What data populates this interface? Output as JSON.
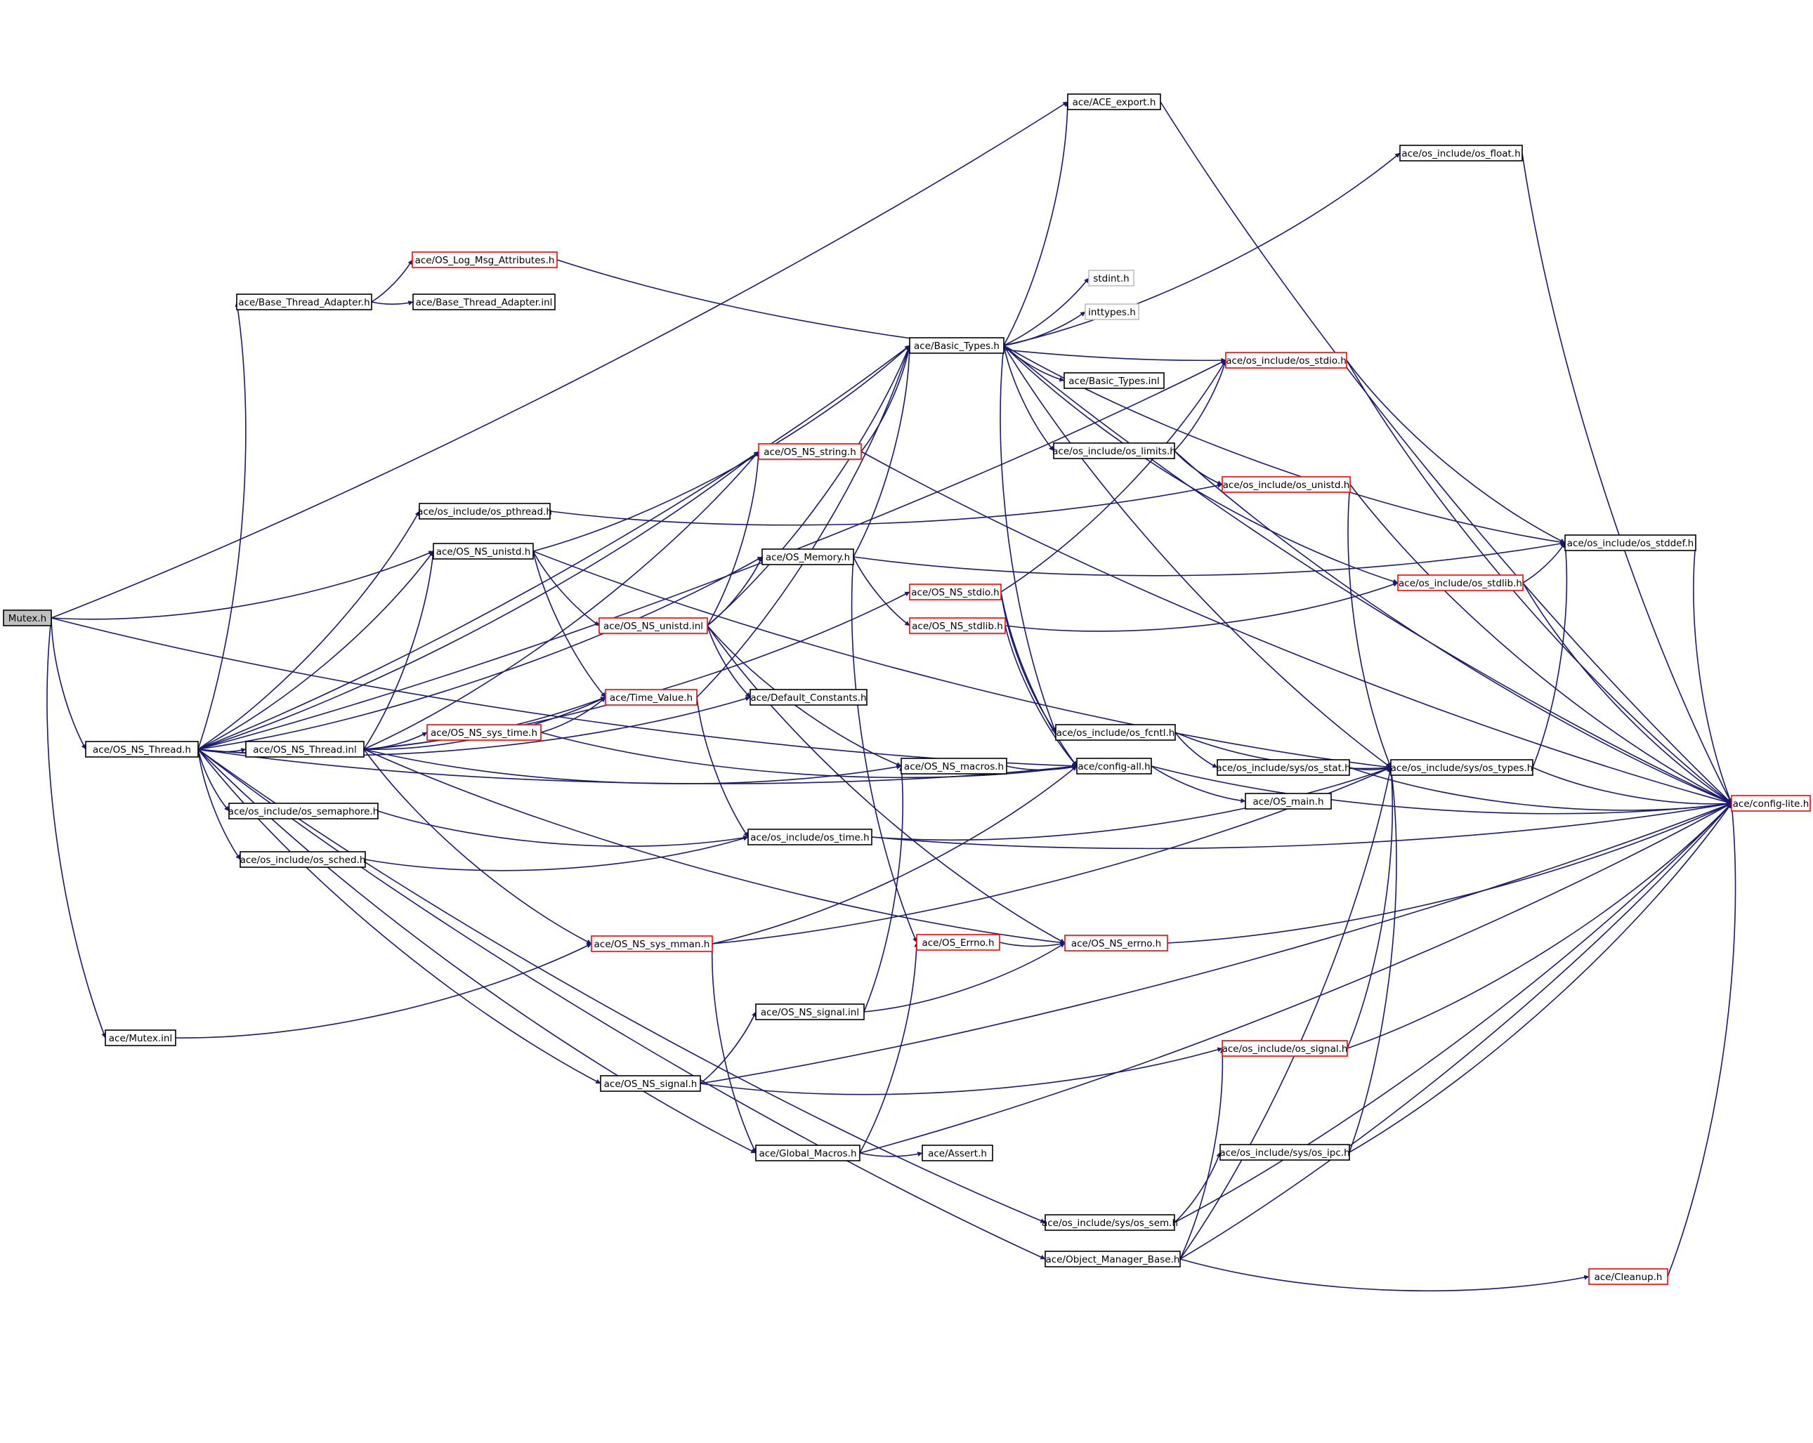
{
  "colors": {
    "edge": "#191970",
    "border_default": "#000000",
    "border_truncated": "#ff0000",
    "border_external": "#bfbfbf",
    "root_fill": "#bfbfbf",
    "node_fill": "#ffffff"
  },
  "nodes": [
    {
      "id": "mutex_h",
      "label": "Mutex.h",
      "kind": "root"
    },
    {
      "id": "mutex_inl",
      "label": "ace/Mutex.inl",
      "kind": "normal"
    },
    {
      "id": "os_ns_thread_h",
      "label": "ace/OS_NS_Thread.h",
      "kind": "normal"
    },
    {
      "id": "os_ns_thread_inl",
      "label": "ace/OS_NS_Thread.inl",
      "kind": "normal"
    },
    {
      "id": "base_thread_adapter_h",
      "label": "ace/Base_Thread_Adapter.h",
      "kind": "normal"
    },
    {
      "id": "base_thread_adapter_inl",
      "label": "ace/Base_Thread_Adapter.inl",
      "kind": "normal"
    },
    {
      "id": "os_log_msg_attributes_h",
      "label": "ace/OS_Log_Msg_Attributes.h",
      "kind": "truncated"
    },
    {
      "id": "ace_export_h",
      "label": "ace/ACE_export.h",
      "kind": "normal"
    },
    {
      "id": "os_float_h",
      "label": "ace/os_include/os_float.h",
      "kind": "normal"
    },
    {
      "id": "stdint_h",
      "label": "stdint.h",
      "kind": "external"
    },
    {
      "id": "inttypes_h",
      "label": "inttypes.h",
      "kind": "external"
    },
    {
      "id": "basic_types_h",
      "label": "ace/Basic_Types.h",
      "kind": "normal"
    },
    {
      "id": "basic_types_inl",
      "label": "ace/Basic_Types.inl",
      "kind": "normal"
    },
    {
      "id": "os_stdio_h",
      "label": "ace/os_include/os_stdio.h",
      "kind": "truncated"
    },
    {
      "id": "os_ns_string_h",
      "label": "ace/OS_NS_string.h",
      "kind": "truncated"
    },
    {
      "id": "os_limits_h",
      "label": "ace/os_include/os_limits.h",
      "kind": "normal"
    },
    {
      "id": "os_unistd_h",
      "label": "ace/os_include/os_unistd.h",
      "kind": "truncated"
    },
    {
      "id": "os_pthread_h",
      "label": "ace/os_include/os_pthread.h",
      "kind": "normal"
    },
    {
      "id": "os_ns_unistd_h",
      "label": "ace/OS_NS_unistd.h",
      "kind": "normal"
    },
    {
      "id": "os_memory_h",
      "label": "ace/OS_Memory.h",
      "kind": "normal"
    },
    {
      "id": "os_stddef_h",
      "label": "ace/os_include/os_stddef.h",
      "kind": "normal"
    },
    {
      "id": "os_stdlib_h",
      "label": "ace/os_include/os_stdlib.h",
      "kind": "truncated"
    },
    {
      "id": "os_ns_stdio_h",
      "label": "ace/OS_NS_stdio.h",
      "kind": "truncated"
    },
    {
      "id": "os_ns_unistd_inl",
      "label": "ace/OS_NS_unistd.inl",
      "kind": "truncated"
    },
    {
      "id": "os_ns_stdlib_h",
      "label": "ace/OS_NS_stdlib.h",
      "kind": "truncated"
    },
    {
      "id": "time_value_h",
      "label": "ace/Time_Value.h",
      "kind": "truncated"
    },
    {
      "id": "default_constants_h",
      "label": "ace/Default_Constants.h",
      "kind": "normal"
    },
    {
      "id": "os_ns_sys_time_h",
      "label": "ace/OS_NS_sys_time.h",
      "kind": "truncated"
    },
    {
      "id": "os_fcntl_h",
      "label": "ace/os_include/os_fcntl.h",
      "kind": "normal"
    },
    {
      "id": "os_ns_macros_h",
      "label": "ace/OS_NS_macros.h",
      "kind": "normal"
    },
    {
      "id": "config_all_h",
      "label": "ace/config-all.h",
      "kind": "normal"
    },
    {
      "id": "os_stat_h",
      "label": "ace/os_include/sys/os_stat.h",
      "kind": "normal"
    },
    {
      "id": "os_types_h",
      "label": "ace/os_include/sys/os_types.h",
      "kind": "normal"
    },
    {
      "id": "os_main_h",
      "label": "ace/OS_main.h",
      "kind": "normal"
    },
    {
      "id": "config_lite_h",
      "label": "ace/config-lite.h",
      "kind": "truncated"
    },
    {
      "id": "os_semaphore_h",
      "label": "ace/os_include/os_semaphore.h",
      "kind": "normal"
    },
    {
      "id": "os_time_h",
      "label": "ace/os_include/os_time.h",
      "kind": "normal"
    },
    {
      "id": "os_sched_h",
      "label": "ace/os_include/os_sched.h",
      "kind": "normal"
    },
    {
      "id": "os_errno_h",
      "label": "ace/OS_Errno.h",
      "kind": "truncated"
    },
    {
      "id": "os_ns_errno_h",
      "label": "ace/OS_NS_errno.h",
      "kind": "truncated"
    },
    {
      "id": "os_ns_sys_mman_h",
      "label": "ace/OS_NS_sys_mman.h",
      "kind": "truncated"
    },
    {
      "id": "os_ns_signal_inl",
      "label": "ace/OS_NS_signal.inl",
      "kind": "normal"
    },
    {
      "id": "os_signal_h",
      "label": "ace/os_include/os_signal.h",
      "kind": "truncated"
    },
    {
      "id": "os_ns_signal_h",
      "label": "ace/OS_NS_signal.h",
      "kind": "normal"
    },
    {
      "id": "global_macros_h",
      "label": "ace/Global_Macros.h",
      "kind": "normal"
    },
    {
      "id": "assert_h",
      "label": "ace/Assert.h",
      "kind": "normal"
    },
    {
      "id": "os_ipc_h",
      "label": "ace/os_include/sys/os_ipc.h",
      "kind": "normal"
    },
    {
      "id": "os_sem_h",
      "label": "ace/os_include/sys/os_sem.h",
      "kind": "normal"
    },
    {
      "id": "object_manager_base_h",
      "label": "ace/Object_Manager_Base.h",
      "kind": "normal"
    },
    {
      "id": "cleanup_h",
      "label": "ace/Cleanup.h",
      "kind": "truncated"
    }
  ],
  "edges": [
    [
      "mutex_h",
      "ace_export_h"
    ],
    [
      "mutex_h",
      "os_ns_thread_h"
    ],
    [
      "mutex_h",
      "mutex_inl"
    ],
    [
      "mutex_h",
      "os_ns_unistd_h"
    ],
    [
      "mutex_h",
      "config_all_h"
    ],
    [
      "mutex_inl",
      "os_ns_sys_mman_h"
    ],
    [
      "os_ns_thread_h",
      "os_ns_thread_inl"
    ],
    [
      "os_ns_thread_h",
      "base_thread_adapter_h"
    ],
    [
      "os_ns_thread_h",
      "basic_types_h"
    ],
    [
      "os_ns_thread_h",
      "os_pthread_h"
    ],
    [
      "os_ns_thread_h",
      "os_ns_unistd_h"
    ],
    [
      "os_ns_thread_h",
      "os_memory_h"
    ],
    [
      "os_ns_thread_h",
      "time_value_h"
    ],
    [
      "os_ns_thread_h",
      "default_constants_h"
    ],
    [
      "os_ns_thread_h",
      "os_semaphore_h"
    ],
    [
      "os_ns_thread_h",
      "os_sched_h"
    ],
    [
      "os_ns_thread_h",
      "os_ns_signal_h"
    ],
    [
      "os_ns_thread_h",
      "global_macros_h"
    ],
    [
      "os_ns_thread_h",
      "os_sem_h"
    ],
    [
      "os_ns_thread_h",
      "object_manager_base_h"
    ],
    [
      "os_ns_thread_h",
      "os_ns_string_h"
    ],
    [
      "os_ns_thread_h",
      "config_all_h"
    ],
    [
      "os_ns_thread_h",
      "os_stdio_h"
    ],
    [
      "os_ns_thread_inl",
      "os_ns_sys_time_h"
    ],
    [
      "os_ns_thread_inl",
      "time_value_h"
    ],
    [
      "os_ns_thread_inl",
      "os_ns_unistd_h"
    ],
    [
      "os_ns_thread_inl",
      "os_ns_string_h"
    ],
    [
      "os_ns_thread_inl",
      "os_ns_macros_h"
    ],
    [
      "os_ns_thread_inl",
      "os_ns_sys_mman_h"
    ],
    [
      "os_ns_thread_inl",
      "os_ns_stdio_h"
    ],
    [
      "os_ns_thread_inl",
      "os_ns_errno_h"
    ],
    [
      "base_thread_adapter_h",
      "os_log_msg_attributes_h"
    ],
    [
      "base_thread_adapter_h",
      "base_thread_adapter_inl"
    ],
    [
      "os_log_msg_attributes_h",
      "os_stdio_h"
    ],
    [
      "ace_export_h",
      "config_lite_h"
    ],
    [
      "os_float_h",
      "config_lite_h"
    ],
    [
      "basic_types_h",
      "ace_export_h"
    ],
    [
      "basic_types_h",
      "os_float_h"
    ],
    [
      "basic_types_h",
      "stdint_h"
    ],
    [
      "basic_types_h",
      "inttypes_h"
    ],
    [
      "basic_types_h",
      "basic_types_inl"
    ],
    [
      "basic_types_h",
      "os_limits_h"
    ],
    [
      "basic_types_h",
      "os_stdlib_h"
    ],
    [
      "basic_types_h",
      "os_types_h"
    ],
    [
      "basic_types_h",
      "config_lite_h"
    ],
    [
      "basic_types_h",
      "os_stddef_h"
    ],
    [
      "basic_types_h",
      "os_fcntl_h"
    ],
    [
      "os_stdio_h",
      "config_lite_h"
    ],
    [
      "os_stdio_h",
      "os_stddef_h"
    ],
    [
      "os_ns_string_h",
      "basic_types_h"
    ],
    [
      "os_ns_string_h",
      "config_lite_h"
    ],
    [
      "os_limits_h",
      "os_unistd_h"
    ],
    [
      "os_limits_h",
      "os_stdio_h"
    ],
    [
      "os_limits_h",
      "config_lite_h"
    ],
    [
      "os_unistd_h",
      "os_types_h"
    ],
    [
      "os_unistd_h",
      "config_lite_h"
    ],
    [
      "os_pthread_h",
      "os_unistd_h"
    ],
    [
      "os_ns_unistd_h",
      "os_ns_unistd_inl"
    ],
    [
      "os_ns_unistd_h",
      "time_value_h"
    ],
    [
      "os_ns_unistd_h",
      "basic_types_h"
    ],
    [
      "os_ns_unistd_h",
      "os_types_h"
    ],
    [
      "os_memory_h",
      "os_stddef_h"
    ],
    [
      "os_memory_h",
      "os_ns_stdlib_h"
    ],
    [
      "os_memory_h",
      "os_errno_h"
    ],
    [
      "os_memory_h",
      "basic_types_h"
    ],
    [
      "os_stddef_h",
      "config_lite_h"
    ],
    [
      "os_stdlib_h",
      "os_stddef_h"
    ],
    [
      "os_stdlib_h",
      "config_lite_h"
    ],
    [
      "os_ns_stdio_h",
      "os_fcntl_h"
    ],
    [
      "os_ns_stdio_h",
      "os_stdio_h"
    ],
    [
      "os_ns_stdio_h",
      "config_all_h"
    ],
    [
      "os_ns_unistd_inl",
      "os_ns_string_h"
    ],
    [
      "os_ns_unistd_inl",
      "default_constants_h"
    ],
    [
      "os_ns_unistd_inl",
      "os_memory_h"
    ],
    [
      "os_ns_unistd_inl",
      "os_ns_macros_h"
    ],
    [
      "os_ns_unistd_inl",
      "os_ns_errno_h"
    ],
    [
      "os_ns_unistd_inl",
      "basic_types_h"
    ],
    [
      "os_ns_stdlib_h",
      "os_stdlib_h"
    ],
    [
      "os_ns_stdlib_h",
      "config_all_h"
    ],
    [
      "time_value_h",
      "basic_types_h"
    ],
    [
      "time_value_h",
      "os_time_h"
    ],
    [
      "os_ns_sys_time_h",
      "time_value_h"
    ],
    [
      "os_ns_sys_time_h",
      "config_all_h"
    ],
    [
      "os_fcntl_h",
      "os_stat_h"
    ],
    [
      "os_fcntl_h",
      "os_types_h"
    ],
    [
      "os_ns_macros_h",
      "config_all_h"
    ],
    [
      "config_all_h",
      "os_main_h"
    ],
    [
      "config_all_h",
      "config_lite_h"
    ],
    [
      "os_stat_h",
      "os_types_h"
    ],
    [
      "os_stat_h",
      "config_lite_h"
    ],
    [
      "os_types_h",
      "config_lite_h"
    ],
    [
      "os_types_h",
      "os_stddef_h"
    ],
    [
      "os_semaphore_h",
      "os_time_h"
    ],
    [
      "os_sched_h",
      "os_time_h"
    ],
    [
      "os_time_h",
      "os_types_h"
    ],
    [
      "os_time_h",
      "config_lite_h"
    ],
    [
      "os_errno_h",
      "os_ns_errno_h"
    ],
    [
      "os_ns_errno_h",
      "config_lite_h"
    ],
    [
      "os_ns_sys_mman_h",
      "config_all_h"
    ],
    [
      "os_ns_sys_mman_h",
      "os_types_h"
    ],
    [
      "os_ns_sys_mman_h",
      "global_macros_h"
    ],
    [
      "os_ns_signal_inl",
      "os_ns_macros_h"
    ],
    [
      "os_ns_signal_inl",
      "os_ns_errno_h"
    ],
    [
      "os_signal_h",
      "os_types_h"
    ],
    [
      "os_signal_h",
      "config_lite_h"
    ],
    [
      "os_ns_signal_h",
      "os_ns_signal_inl"
    ],
    [
      "os_ns_signal_h",
      "os_signal_h"
    ],
    [
      "os_ns_signal_h",
      "config_lite_h"
    ],
    [
      "global_macros_h",
      "assert_h"
    ],
    [
      "global_macros_h",
      "os_errno_h"
    ],
    [
      "global_macros_h",
      "config_lite_h"
    ],
    [
      "os_ipc_h",
      "os_types_h"
    ],
    [
      "os_ipc_h",
      "config_lite_h"
    ],
    [
      "os_sem_h",
      "os_ipc_h"
    ],
    [
      "os_sem_h",
      "config_lite_h"
    ],
    [
      "object_manager_base_h",
      "cleanup_h"
    ],
    [
      "object_manager_base_h",
      "os_signal_h"
    ],
    [
      "object_manager_base_h",
      "os_types_h"
    ],
    [
      "object_manager_base_h",
      "config_lite_h"
    ],
    [
      "cleanup_h",
      "config_lite_h"
    ]
  ]
}
